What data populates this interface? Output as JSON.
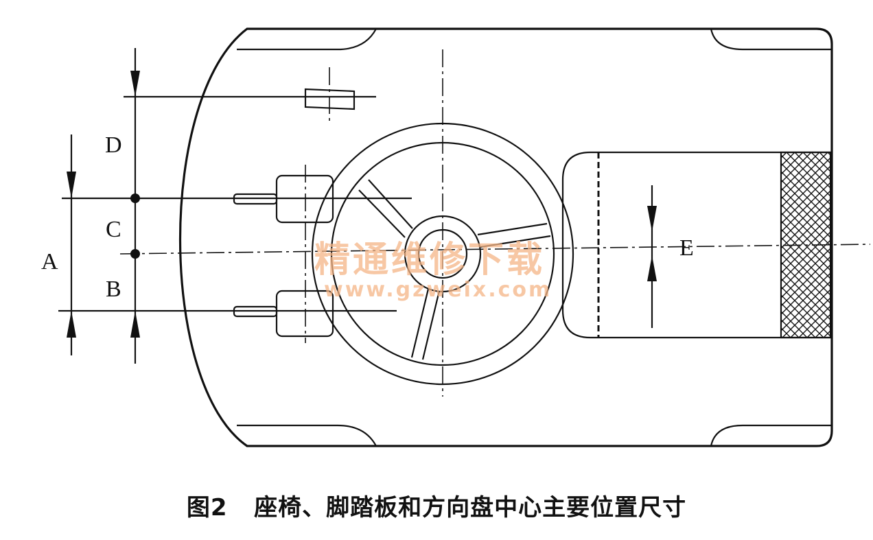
{
  "diagram": {
    "labels": {
      "a": "A",
      "b": "B",
      "c": "C",
      "d": "D",
      "e": "E"
    },
    "watermark": {
      "cn": "精通维修下载",
      "url": "www.gzweix.com"
    }
  },
  "caption": {
    "figure_no": "图2",
    "text": "座椅、脚踏板和方向盘中心主要位置尺寸"
  }
}
